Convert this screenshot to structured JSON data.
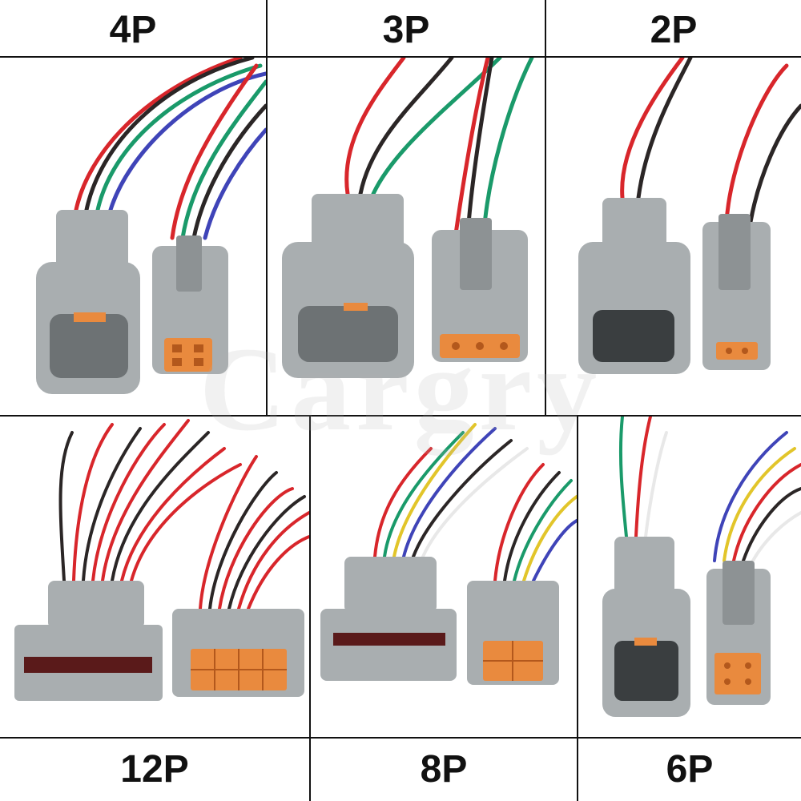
{
  "panels": {
    "top": [
      {
        "label": "4P"
      },
      {
        "label": "3P"
      },
      {
        "label": "2P"
      }
    ],
    "bottom": [
      {
        "label": "12P"
      },
      {
        "label": "8P"
      },
      {
        "label": "6P"
      }
    ]
  },
  "watermark": "Cargry",
  "colors": {
    "housing": "#a9aeb0",
    "housing_dark": "#8d9294",
    "insert": "#e98a3e",
    "wire_red": "#d8262b",
    "wire_black": "#2b2626",
    "wire_green": "#1a9a6a",
    "wire_blue": "#3f44b8",
    "wire_white": "#e8e8e8",
    "wire_yellow": "#e2c52a",
    "divider": "#111111"
  }
}
